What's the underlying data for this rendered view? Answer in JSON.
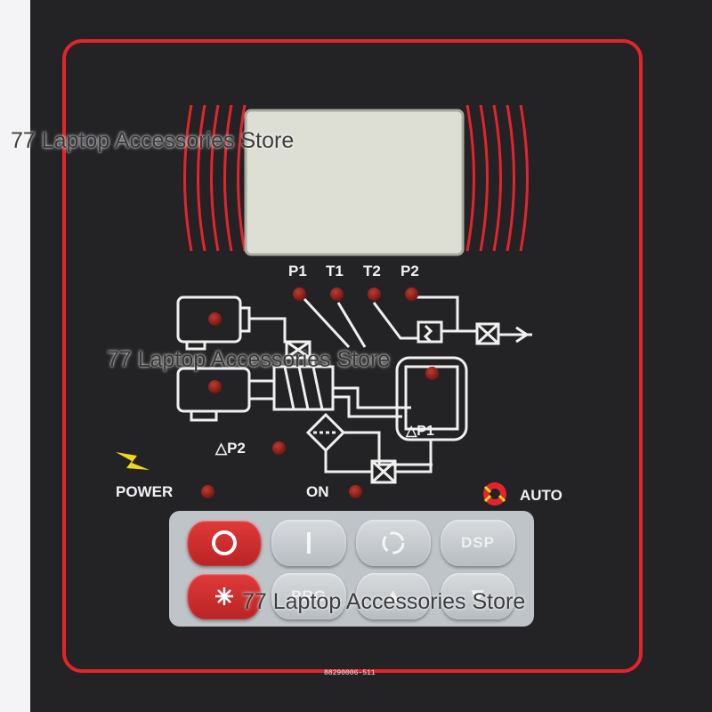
{
  "indicators": {
    "p1": "P1",
    "t1": "T1",
    "t2": "T2",
    "p2": "P2",
    "delta_p2": "△P2",
    "delta_p1": "△P1",
    "power": "POWER",
    "on": "ON",
    "auto": "AUTO"
  },
  "keypad": {
    "stop": "O",
    "start": "|",
    "dsp": "DSP",
    "prg": "PRG",
    "up": "▲",
    "down": "▼"
  },
  "model_number": "88290006-511",
  "watermark": "77 Laptop Accessories Store",
  "colors": {
    "panel": "#232325",
    "accent_red": "#e4242c",
    "lcd": "#dedfd4",
    "led": "#8b1e17",
    "lightning": "#f2d61c",
    "keypad": "#bfc4c9"
  }
}
